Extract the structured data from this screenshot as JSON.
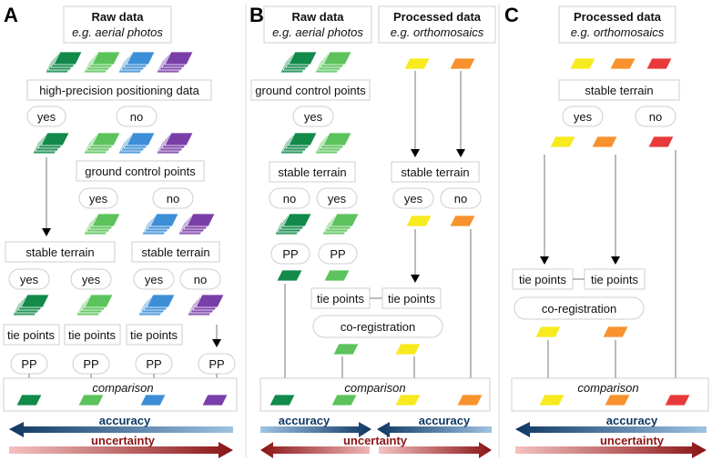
{
  "colors": {
    "dark_green": "#118a4a",
    "light_green": "#5cc35c",
    "blue": "#3c8fd6",
    "purple": "#7a3ea8",
    "yellow": "#f7ea1e",
    "orange": "#f7922e",
    "red": "#e83a3a",
    "accuracy_dark": "#0e3763",
    "uncertainty_dark": "#8a1414"
  },
  "panel_a": {
    "letter": "A",
    "header_title": "Raw data",
    "header_sub": "e.g. aerial photos",
    "hp_positioning": "high-precision positioning data",
    "yes": "yes",
    "no": "no",
    "gcp": "ground control points",
    "stable_terrain": "stable terrain",
    "tie_points": "tie points",
    "pp": "PP",
    "comparison": "comparison",
    "accuracy": "accuracy",
    "uncertainty": "uncertainty"
  },
  "panel_b": {
    "letter": "B",
    "raw_title": "Raw data",
    "raw_sub": "e.g. aerial photos",
    "proc_title": "Processed data",
    "proc_sub": "e.g. orthomosaics",
    "gcp": "ground control points",
    "yes": "yes",
    "no": "no",
    "stable_terrain": "stable terrain",
    "pp": "PP",
    "tie_points": "tie points",
    "coregistration": "co-registration",
    "comparison": "comparison",
    "accuracy": "accuracy",
    "uncertainty": "uncertainty"
  },
  "panel_c": {
    "letter": "C",
    "header_title": "Processed data",
    "header_sub": "e.g. orthomosaics",
    "stable_terrain": "stable terrain",
    "yes": "yes",
    "no": "no",
    "tie_points": "tie points",
    "coregistration": "co-registration",
    "comparison": "comparison",
    "accuracy": "accuracy",
    "uncertainty": "uncertainty"
  }
}
